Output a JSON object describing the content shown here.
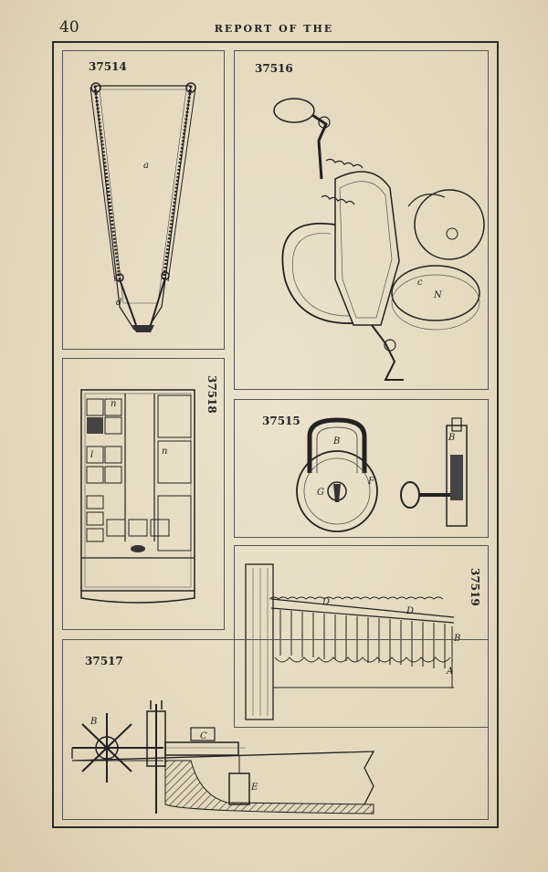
{
  "header": {
    "page_number": "40",
    "running_head": "REPORT OF THE"
  },
  "figures": [
    {
      "id": "37514",
      "labels": [
        "a",
        "d"
      ]
    },
    {
      "id": "37516",
      "labels": [
        "N",
        "c"
      ]
    },
    {
      "id": "37518",
      "labels": [
        "n",
        "l",
        "n"
      ]
    },
    {
      "id": "37515",
      "labels": [
        "B",
        "G",
        "F",
        "B"
      ]
    },
    {
      "id": "37519",
      "labels": [
        "D",
        "D",
        "B",
        "A"
      ]
    },
    {
      "id": "37517",
      "labels": [
        "B",
        "C",
        "E"
      ]
    }
  ]
}
